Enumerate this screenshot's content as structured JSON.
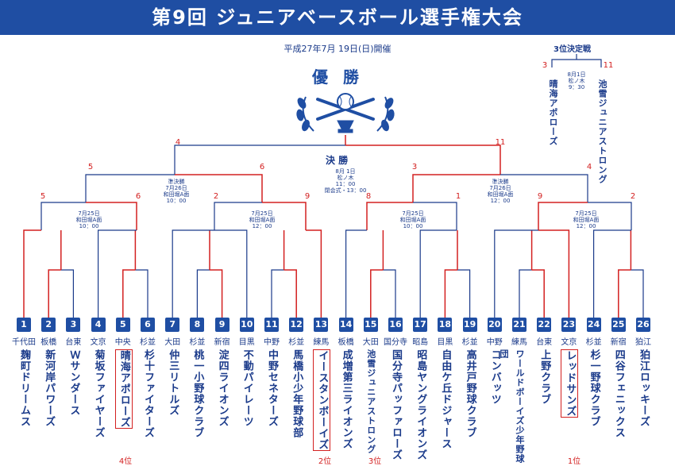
{
  "title": "第9回  ジュニアベースボール選手権大会",
  "date": "平成27年7月 19日(日)開催",
  "champion_label": "優 勝",
  "third_place": {
    "heading": "3位決定戦",
    "info": [
      "8月1日",
      "松ノ木",
      "9：30"
    ],
    "left_score": "3",
    "right_score": "11",
    "left_team": "晴海アポローズ",
    "right_team": "池雪ジュニアストロング"
  },
  "final": {
    "heading": "決 勝",
    "info": [
      "8月 1日",
      "松ノ木",
      "11：00",
      "閉会式・13：00"
    ],
    "left_score": "4",
    "right_score": "11"
  },
  "semifinal": {
    "left_info": [
      "準決勝",
      "7月26日",
      "和田堀A面",
      "10：00"
    ],
    "right_info": [
      "準決勝",
      "7月26日",
      "和田堀A面",
      "12：00"
    ],
    "scores": [
      "5",
      "6",
      "3",
      "4"
    ]
  },
  "quarter_scores": [
    "5",
    "6",
    "2",
    "9",
    "8",
    "1",
    "9",
    "2"
  ],
  "teams": [
    {
      "seed": "1",
      "pref": "千代田",
      "name": "麹町ドリームス"
    },
    {
      "seed": "2",
      "pref": "板橋",
      "name": "新河岸パワーズ"
    },
    {
      "seed": "3",
      "pref": "台東",
      "name": "Ｗサンダース"
    },
    {
      "seed": "4",
      "pref": "文京",
      "name": "菊坂ファイヤーズ"
    },
    {
      "seed": "5",
      "pref": "中央",
      "name": "晴海アポローズ"
    },
    {
      "seed": "6",
      "pref": "杉並",
      "name": "杉十ファイターズ"
    },
    {
      "seed": "7",
      "pref": "大田",
      "name": "仲三リトルズ"
    },
    {
      "seed": "8",
      "pref": "杉並",
      "name": "桃一小野球クラブ"
    },
    {
      "seed": "9",
      "pref": "新宿",
      "name": "淀四ライオンズ"
    },
    {
      "seed": "10",
      "pref": "目黒",
      "name": "不動パイレーツ"
    },
    {
      "seed": "11",
      "pref": "中野",
      "name": "中野セネターズ"
    },
    {
      "seed": "12",
      "pref": "杉並",
      "name": "馬橋小少年野球部"
    },
    {
      "seed": "13",
      "pref": "練馬",
      "name": "イースタンボーイズ"
    },
    {
      "seed": "14",
      "pref": "板橋",
      "name": "成増第三ライオンズ"
    },
    {
      "seed": "15",
      "pref": "大田",
      "name": "池雪ジュニアストロング"
    },
    {
      "seed": "16",
      "pref": "国分寺",
      "name": "国分寺パッファローズ"
    },
    {
      "seed": "17",
      "pref": "昭島",
      "name": "昭島ヤングライオンズ"
    },
    {
      "seed": "18",
      "pref": "目黒",
      "name": "自由ケ丘ドジャース"
    },
    {
      "seed": "19",
      "pref": "杉並",
      "name": "高井戸野球クラブ"
    },
    {
      "seed": "20",
      "pref": "中野",
      "name": "コンバッツ"
    },
    {
      "seed": "21",
      "pref": "練馬",
      "name": "ワールドボーイズ少年野球団"
    },
    {
      "seed": "22",
      "pref": "台東",
      "name": "上野クラブ"
    },
    {
      "seed": "23",
      "pref": "文京",
      "name": "レッドサンズ"
    },
    {
      "seed": "24",
      "pref": "杉並",
      "name": "杉一野球クラブ"
    },
    {
      "seed": "25",
      "pref": "新宿",
      "name": "四谷フェニックス"
    },
    {
      "seed": "26",
      "pref": "狛江",
      "name": "狛江ロッキーズ"
    }
  ],
  "ranks": {
    "fourth": "4位",
    "second": "2位",
    "third": "3位",
    "first": "1位"
  },
  "colors": {
    "primary": "#1f4ea3",
    "winner_line": "#d32020",
    "loser_line": "#1a3a8a"
  }
}
